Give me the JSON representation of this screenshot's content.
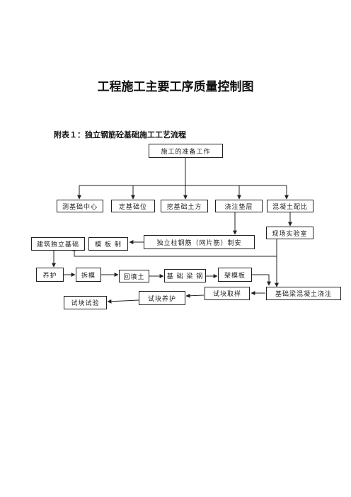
{
  "title": "工程施工主要工序质量控制图",
  "subtitle": "附表１：独立钢筋砼基础施工工艺流程",
  "nodes": {
    "prep": "施工的准备工作",
    "survey": "测基础中心",
    "position": "定基础位",
    "excavate": "挖基础土方",
    "cushion": "浇注垫层",
    "mix": "混凝土配比",
    "lab": "现场实验室",
    "build": "建筑独立基础",
    "formwork_make": "模  板  制",
    "rebar": "独立柱钢筋（网片筋）制安",
    "cure": "养护",
    "strip": "拆模",
    "backfill": "回填土",
    "beam_rebar": "基 础 梁 钢",
    "set_formwork": "架模板",
    "sampling": "试块取样",
    "pour": "基础梁混凝土浇注",
    "specimen_cure": "试块养护",
    "test": "试块试验"
  }
}
